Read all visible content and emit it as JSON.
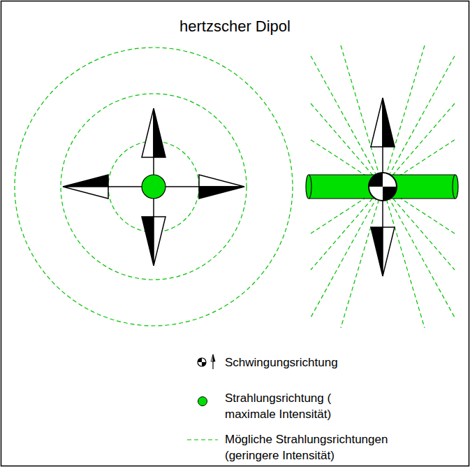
{
  "diagram": {
    "title": "hertzscher Dipol",
    "legend": [
      {
        "text": "Schwingungsrichtung"
      },
      {
        "text": "Strahlungsrichtung ( maximale Intensität)",
        "color": "#00e000"
      },
      {
        "text": "Mögliche Strahlungsrichtungen (geringere Intensität)"
      }
    ]
  }
}
